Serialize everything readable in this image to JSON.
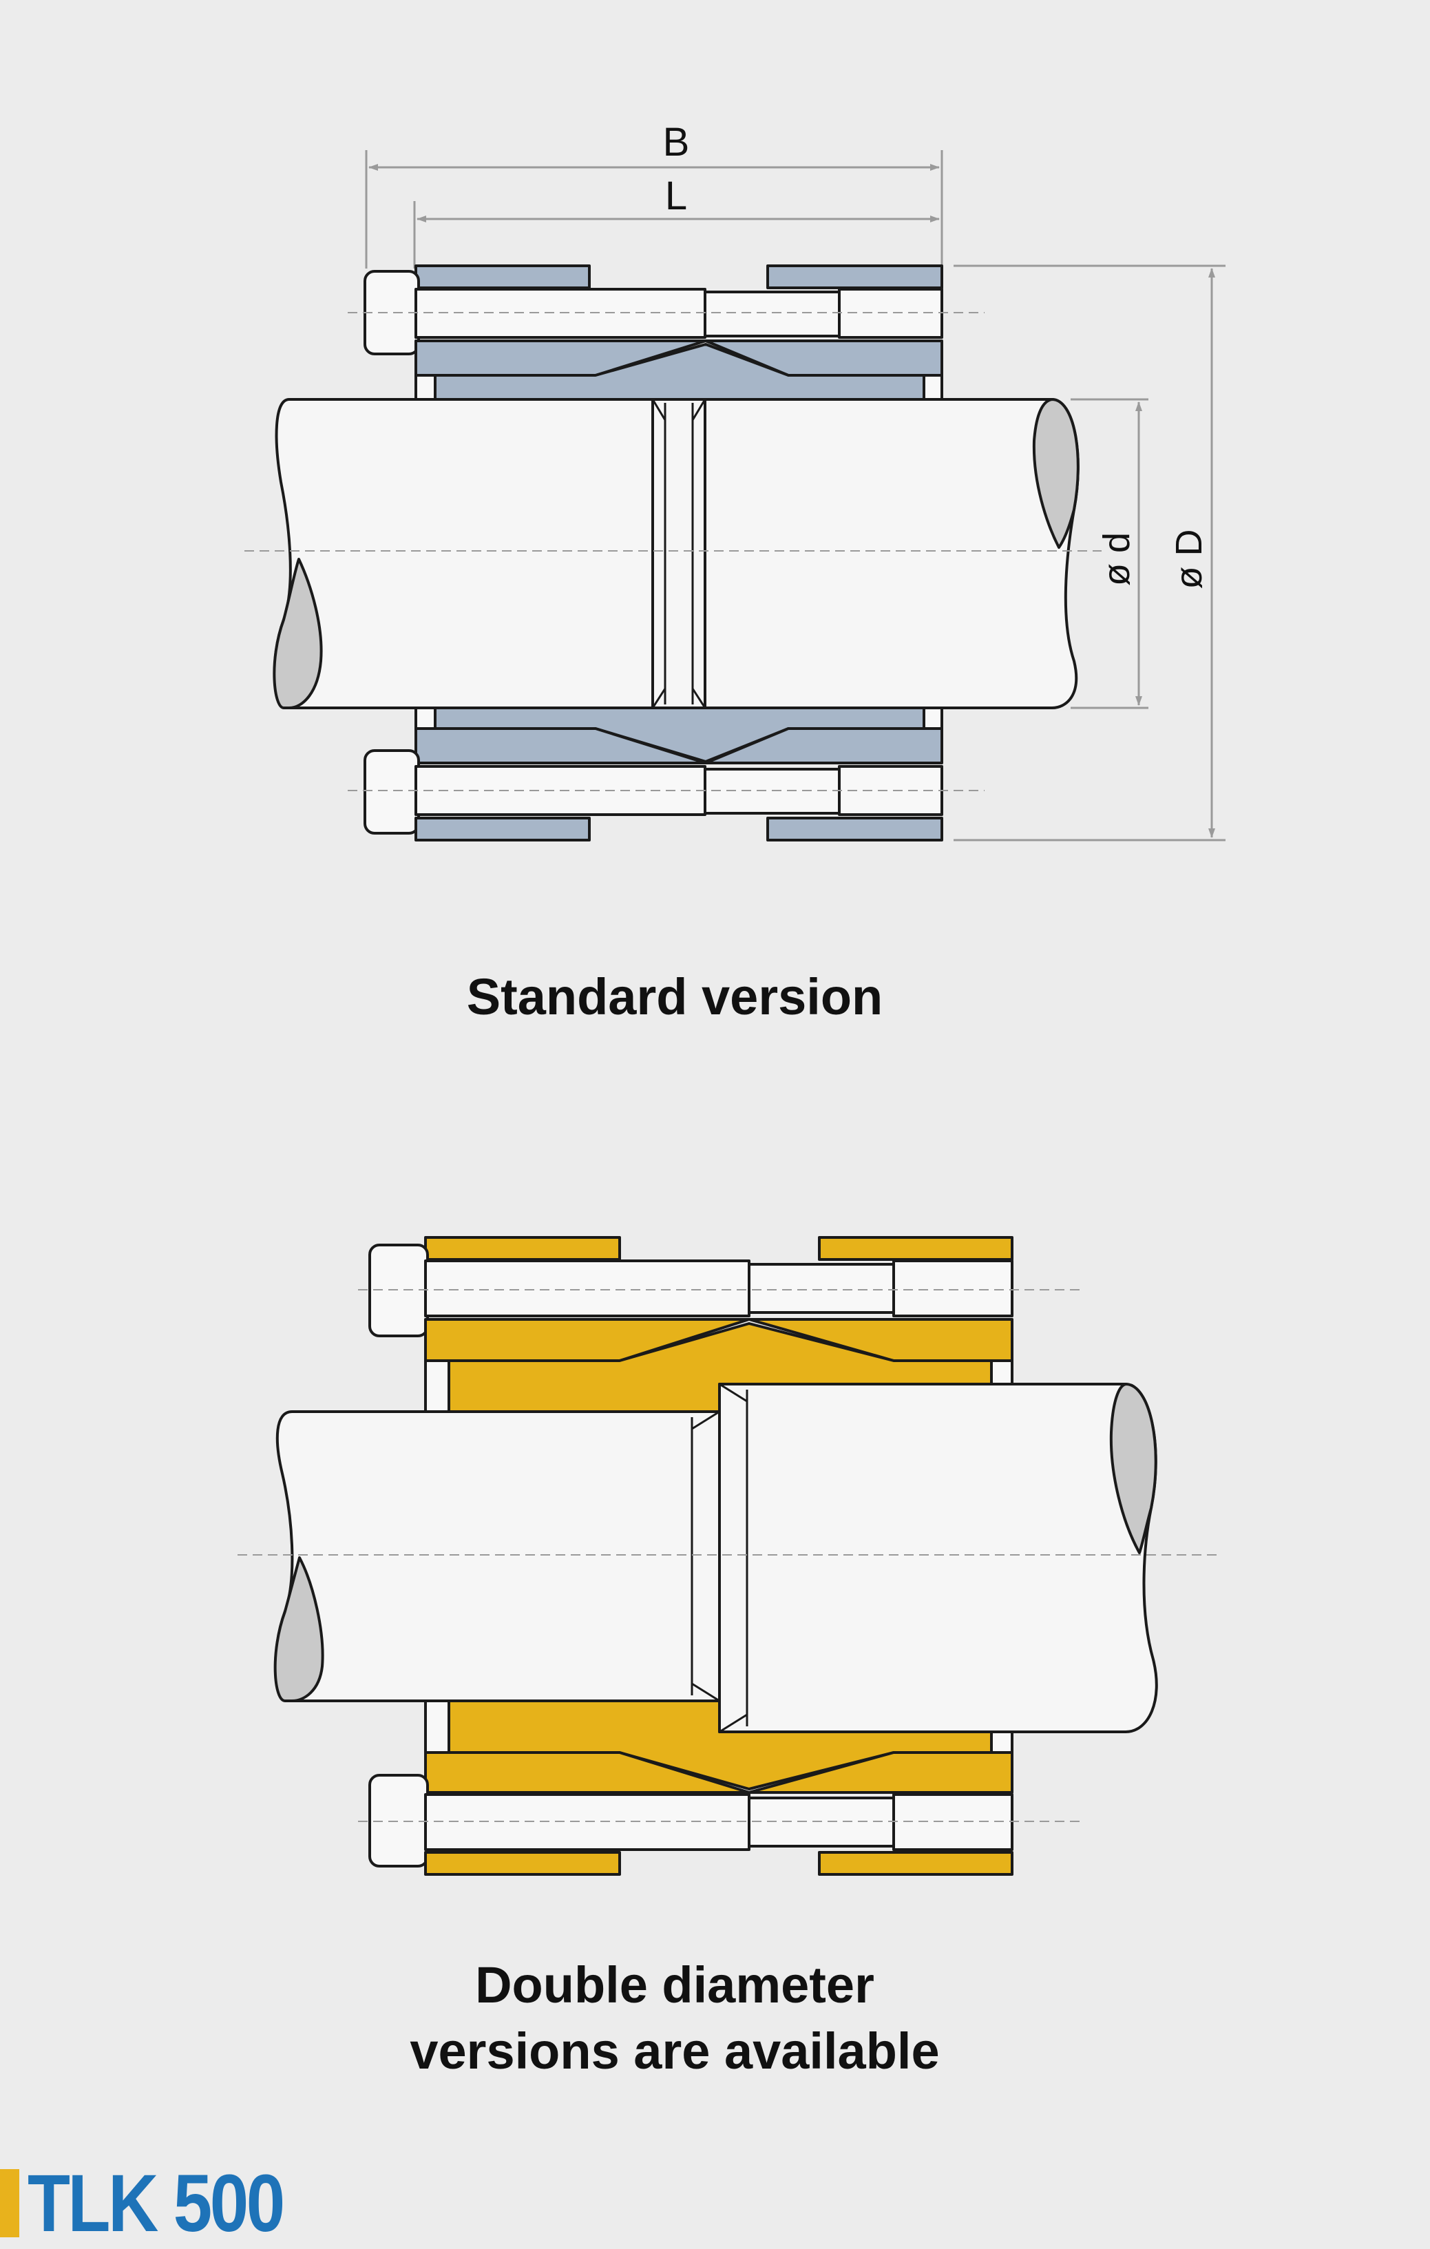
{
  "diagram": {
    "dimensions": {
      "B": "B",
      "L": "L",
      "d": "ø d",
      "D": "ø D"
    },
    "captions": {
      "standard": "Standard version",
      "double_line1": "Double diameter",
      "double_line2": "versions are available"
    },
    "colors": {
      "standard_fill": "#a7b6c8",
      "double_fill": "#e6b21a",
      "outline": "#1a1a1a",
      "shaft_fill": "#f6f6f6",
      "section_fill": "#c9c9c9",
      "dim_line": "#9a9a9a"
    }
  },
  "brand": {
    "label": "TLK 500",
    "accent": "#e8b21c",
    "color": "#1e73b8"
  }
}
